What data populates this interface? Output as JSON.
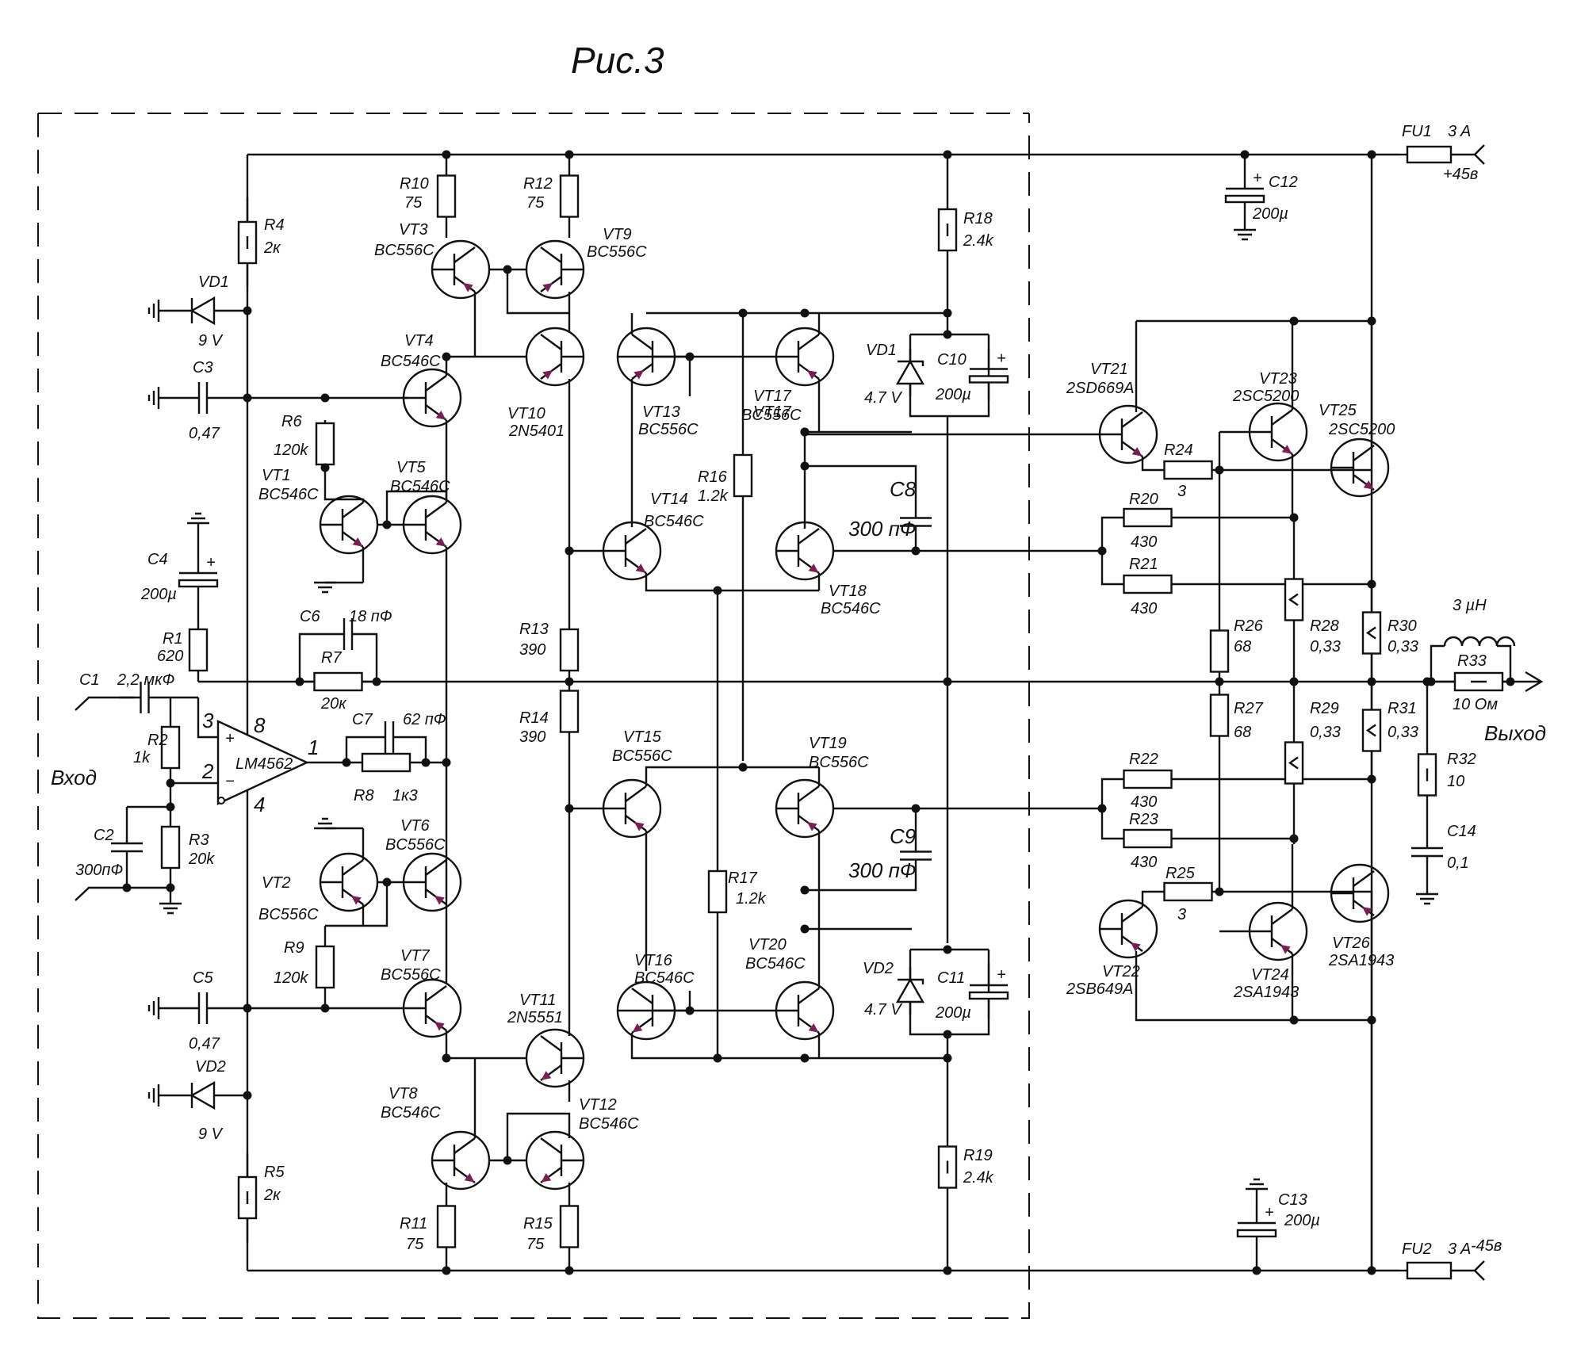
{
  "title": "Рис.3",
  "input_label": "Вход",
  "output_label": "Выход",
  "opamp": {
    "name": "LM4562",
    "pins": [
      "3",
      "2",
      "8",
      "4",
      "1"
    ],
    "plus": "+",
    "minus": "−"
  },
  "supply": {
    "pos": {
      "fuse": "FU1",
      "rating": "3 A",
      "voltage": "+45в"
    },
    "neg": {
      "fuse": "FU2",
      "rating": "3 A",
      "voltage": "-45в"
    }
  },
  "resistors": [
    {
      "ref": "R1",
      "value": "620"
    },
    {
      "ref": "R2",
      "value": "1k"
    },
    {
      "ref": "R3",
      "value": "20k"
    },
    {
      "ref": "R4",
      "value": "2к"
    },
    {
      "ref": "R5",
      "value": "2к"
    },
    {
      "ref": "R6",
      "value": "120k"
    },
    {
      "ref": "R7",
      "value": "20к"
    },
    {
      "ref": "R8",
      "value": "1к3"
    },
    {
      "ref": "R9",
      "value": "120k"
    },
    {
      "ref": "R10",
      "value": "75"
    },
    {
      "ref": "R11",
      "value": "75"
    },
    {
      "ref": "R12",
      "value": "75"
    },
    {
      "ref": "R13",
      "value": "390"
    },
    {
      "ref": "R14",
      "value": "390"
    },
    {
      "ref": "R15",
      "value": "75"
    },
    {
      "ref": "R16",
      "value": "1.2k"
    },
    {
      "ref": "R17",
      "value": "1.2k"
    },
    {
      "ref": "R18",
      "value": "2.4k"
    },
    {
      "ref": "R19",
      "value": "2.4k"
    },
    {
      "ref": "R20",
      "value": "430"
    },
    {
      "ref": "R21",
      "value": "430"
    },
    {
      "ref": "R22",
      "value": "430"
    },
    {
      "ref": "R23",
      "value": "430"
    },
    {
      "ref": "R24",
      "value": "3"
    },
    {
      "ref": "R25",
      "value": "3"
    },
    {
      "ref": "R26",
      "value": "68"
    },
    {
      "ref": "R27",
      "value": "68"
    },
    {
      "ref": "R28",
      "value": "0,33"
    },
    {
      "ref": "R29",
      "value": "0,33"
    },
    {
      "ref": "R30",
      "value": "0,33"
    },
    {
      "ref": "R31",
      "value": "0,33"
    },
    {
      "ref": "R32",
      "value": "10"
    },
    {
      "ref": "R33",
      "value": "10 Ом"
    }
  ],
  "capacitors": [
    {
      "ref": "C1",
      "value": "2,2 мкФ"
    },
    {
      "ref": "C2",
      "value": "300пФ"
    },
    {
      "ref": "C3",
      "value": "0,47"
    },
    {
      "ref": "C4",
      "value": "200µ"
    },
    {
      "ref": "C5",
      "value": "0,47"
    },
    {
      "ref": "C6",
      "value": "18 пФ"
    },
    {
      "ref": "C7",
      "value": "62 пФ"
    },
    {
      "ref": "C8",
      "value": "300 пФ"
    },
    {
      "ref": "C9",
      "value": "300 пФ"
    },
    {
      "ref": "C10",
      "value": "200µ"
    },
    {
      "ref": "C11",
      "value": "200µ"
    },
    {
      "ref": "C12",
      "value": "200µ"
    },
    {
      "ref": "C13",
      "value": "200µ"
    },
    {
      "ref": "C14",
      "value": "0,1"
    }
  ],
  "diodes": [
    {
      "ref": "VD1",
      "value": "9 V"
    },
    {
      "ref": "VD2",
      "value": "9 V"
    },
    {
      "ref": "VD1",
      "value": "4.7 V"
    },
    {
      "ref": "VD2",
      "value": "4.7 V"
    }
  ],
  "inductor": {
    "value": "3 µH"
  },
  "transistors": [
    {
      "ref": "VT1",
      "type": "BC546C"
    },
    {
      "ref": "VT2",
      "type": "BC556C"
    },
    {
      "ref": "VT3",
      "type": "BC556C"
    },
    {
      "ref": "VT4",
      "type": "BC546C"
    },
    {
      "ref": "VT5",
      "type": "BC546C"
    },
    {
      "ref": "VT6",
      "type": "BC556C"
    },
    {
      "ref": "VT7",
      "type": "BC556C"
    },
    {
      "ref": "VT8",
      "type": "BC546C"
    },
    {
      "ref": "VT9",
      "type": "BC556C"
    },
    {
      "ref": "VT10",
      "type": "2N5401"
    },
    {
      "ref": "VT11",
      "type": "2N5551"
    },
    {
      "ref": "VT12",
      "type": "BC546C"
    },
    {
      "ref": "VT13",
      "type": "BC556C"
    },
    {
      "ref": "VT14",
      "type": "BC546C"
    },
    {
      "ref": "VT15",
      "type": "BC556C"
    },
    {
      "ref": "VT16",
      "type": "BC546C"
    },
    {
      "ref": "VT17",
      "type": "BC556C"
    },
    {
      "ref": "VT18",
      "type": "BC546C"
    },
    {
      "ref": "VT19",
      "type": "BC556C"
    },
    {
      "ref": "VT20",
      "type": "BC546C"
    },
    {
      "ref": "VT21",
      "type": "2SD669A"
    },
    {
      "ref": "VT22",
      "type": "2SB649A"
    },
    {
      "ref": "VT23",
      "type": "2SC5200"
    },
    {
      "ref": "VT24",
      "type": "2SA1943"
    },
    {
      "ref": "VT25",
      "type": "2SC5200"
    },
    {
      "ref": "VT26",
      "type": "2SA1943"
    }
  ],
  "colors": {
    "ink": "#111111",
    "emitter_arrow": "#7a1f55"
  }
}
